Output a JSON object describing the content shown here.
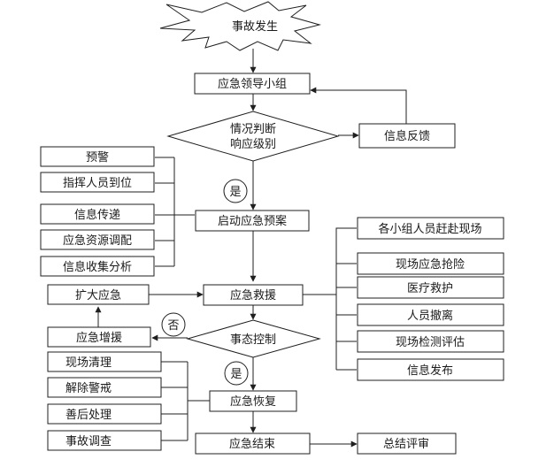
{
  "nodes": {
    "start": "事故发生",
    "leader_group": "应急领导小组",
    "judge_line1": "情况判断",
    "judge_line2": "响应级别",
    "feedback": "信息反馈",
    "yes1": "是",
    "plan": "启动应急预案",
    "warn": "预警",
    "command": "指挥人员到位",
    "info_pass": "信息传递",
    "resource": "应急资源调配",
    "info_collect": "信息收集分析",
    "teams_to_site": "各小组人员赶赴现场",
    "site_rescue": "现场应急抢险",
    "medical": "医疗救护",
    "evacuate": "人员撤离",
    "site_monitor": "现场检测评估",
    "info_release": "信息发布",
    "expand": "扩大应急",
    "rescue": "应急救援",
    "no": "否",
    "escalate": "应急增援",
    "control": "事态控制",
    "yes2": "是",
    "site_clean": "现场清理",
    "lift_alert": "解除警戒",
    "aftermath": "善后处理",
    "investigate": "事故调查",
    "recover": "应急恢复",
    "end": "应急结束",
    "summary": "总结评审"
  }
}
